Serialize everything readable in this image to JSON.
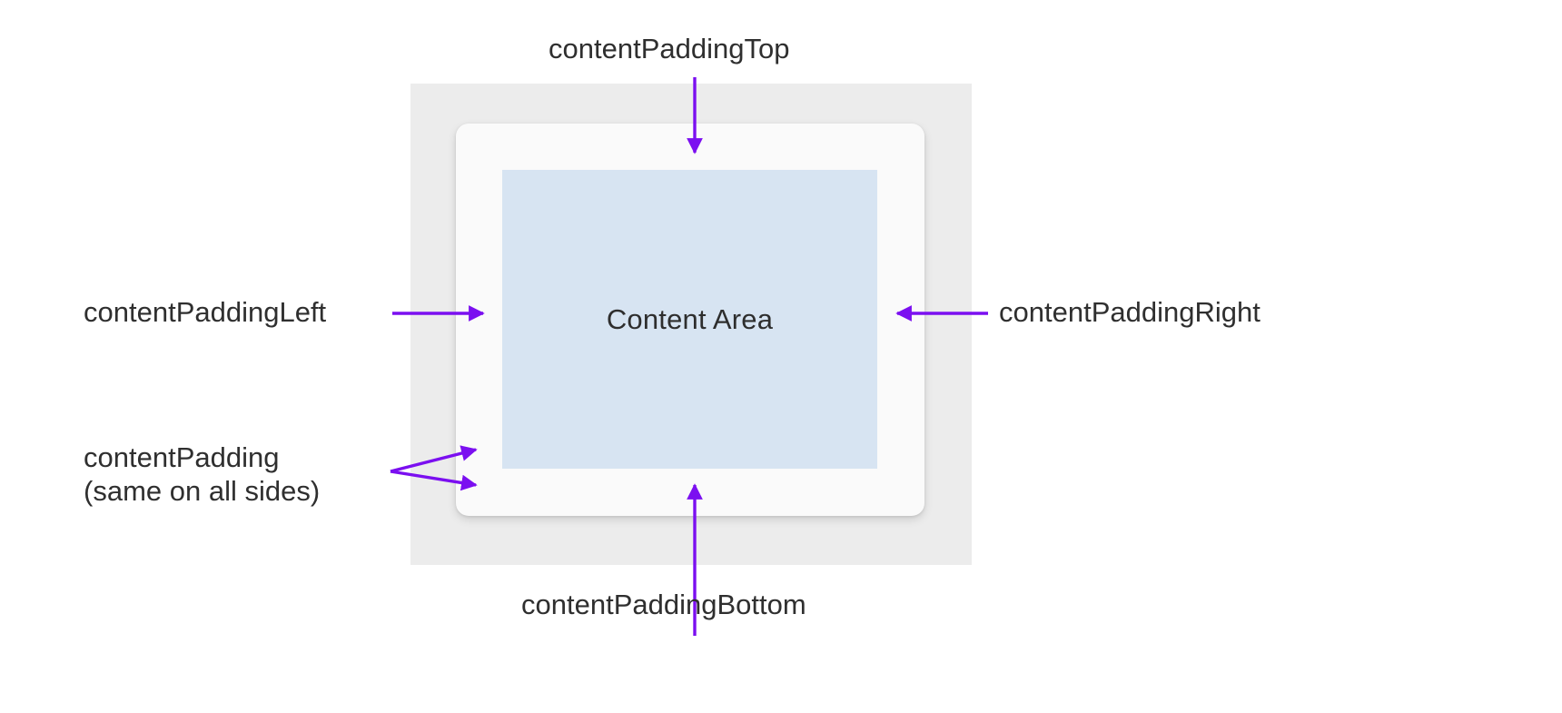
{
  "diagram": {
    "title": "Content padding box model diagram",
    "content_area_label": "Content Area",
    "annotations": {
      "top": "contentPaddingTop",
      "left": "contentPaddingLeft",
      "right": "contentPaddingRight",
      "bottom": "contentPaddingBottom",
      "all_sides_main": "contentPadding",
      "all_sides_sub": "(same on all sides)"
    },
    "colors": {
      "arrow": "#7b0ff0",
      "outer_box": "#ececec",
      "card": "#fafafa",
      "content_area": "#d7e4f2",
      "label_text": "#2f2f2f",
      "sub_label_text": "#8a8a8a",
      "background": "#ffffff"
    },
    "icons": {
      "arrow_top": "arrow-down-icon",
      "arrow_left": "arrow-right-icon",
      "arrow_right": "arrow-left-icon",
      "arrow_bottom": "arrow-up-icon",
      "arrow_fan": "arrow-fan-right-icon"
    }
  }
}
